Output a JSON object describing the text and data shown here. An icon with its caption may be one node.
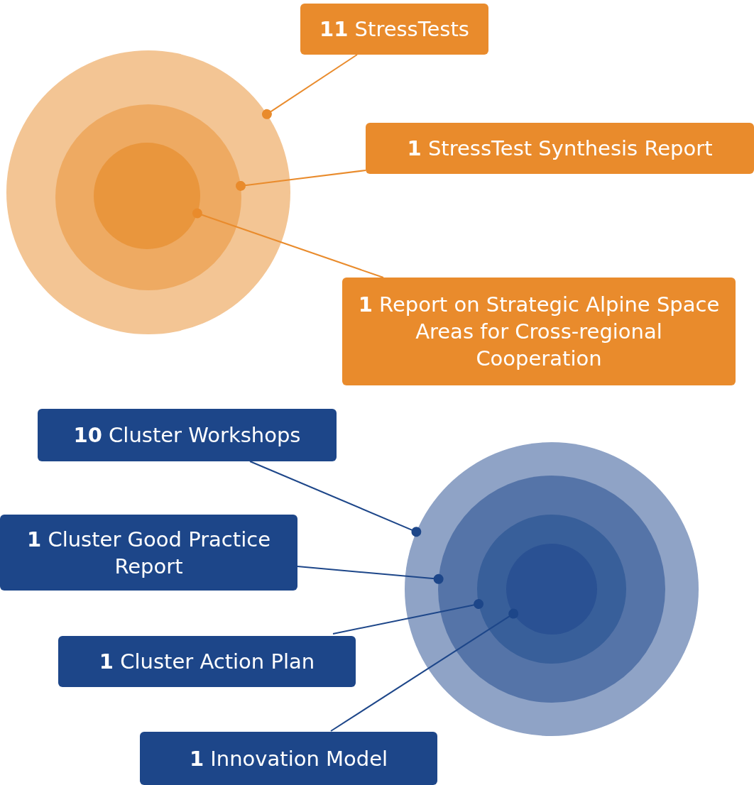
{
  "diagram": {
    "nodes": [
      {
        "text": [
          "**11** StressTests"
        ]
      },
      {
        "text": [],
        "shape": "circle"
      },
      {
        "text": [],
        "shape": "circle",
        "in": 1
      },
      {
        "text": [],
        "shape": "circle",
        "in": 2
      },
      {
        "text": [
          "**1** StressTest Synthesis Report"
        ]
      },
      {
        "text": [
          "**1** Report on Strategic Alpine Space Areas for Cross-regional Cooperation"
        ]
      },
      {
        "text": [
          "**10** Cluster Workshops"
        ]
      },
      {
        "text": [],
        "shape": "circle"
      },
      {
        "text": [],
        "shape": "circle",
        "in": 7
      },
      {
        "text": [],
        "shape": "circle",
        "in": 8
      },
      {
        "text": [],
        "shape": "circle",
        "in": 9
      },
      {
        "text": [
          "**1** Cluster Good Practice Report"
        ]
      },
      {
        "text": [
          "**1** Cluster Action Plan"
        ]
      },
      {
        "text": [
          "**1** Innovation Model"
        ]
      }
    ],
    "edges": [
      {
        "from": 0,
        "to": 1,
        "arrow": "other",
        "color": "#e98b2c"
      },
      {
        "from": 4,
        "to": 2,
        "arrow": "other",
        "color": "#e98b2c"
      },
      {
        "from": 5,
        "to": 3,
        "arrow": "other",
        "color": "#e98b2c"
      },
      {
        "from": 6,
        "to": 7,
        "arrow": "other"
      },
      {
        "from": 11,
        "to": 8,
        "arrow": "other"
      },
      {
        "from": 12,
        "to": 9,
        "arrow": "other"
      },
      {
        "from": 13,
        "to": 10,
        "arrow": "other"
      }
    ]
  }
}
